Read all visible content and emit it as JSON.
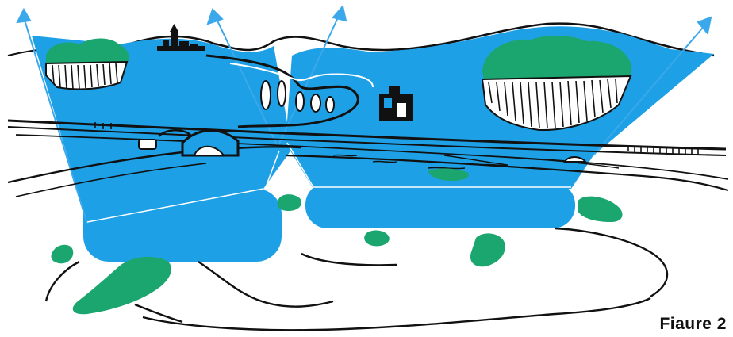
{
  "figure": {
    "caption": "Fiaure 2"
  },
  "colors": {
    "viewshed_blue": "#1ea0e6",
    "vegetation_green": "#1aa66e",
    "ray_blue": "#3aa8ea",
    "ink": "#111111",
    "background": "#ffffff"
  },
  "elements": {
    "viewshed_cones": 2,
    "viewpoint_platforms": 2,
    "sight_rays": 4,
    "forest_clumps": 2,
    "icons": [
      "castle-icon",
      "house-icon",
      "car-icon",
      "tree-icon",
      "arrow-icon"
    ]
  }
}
